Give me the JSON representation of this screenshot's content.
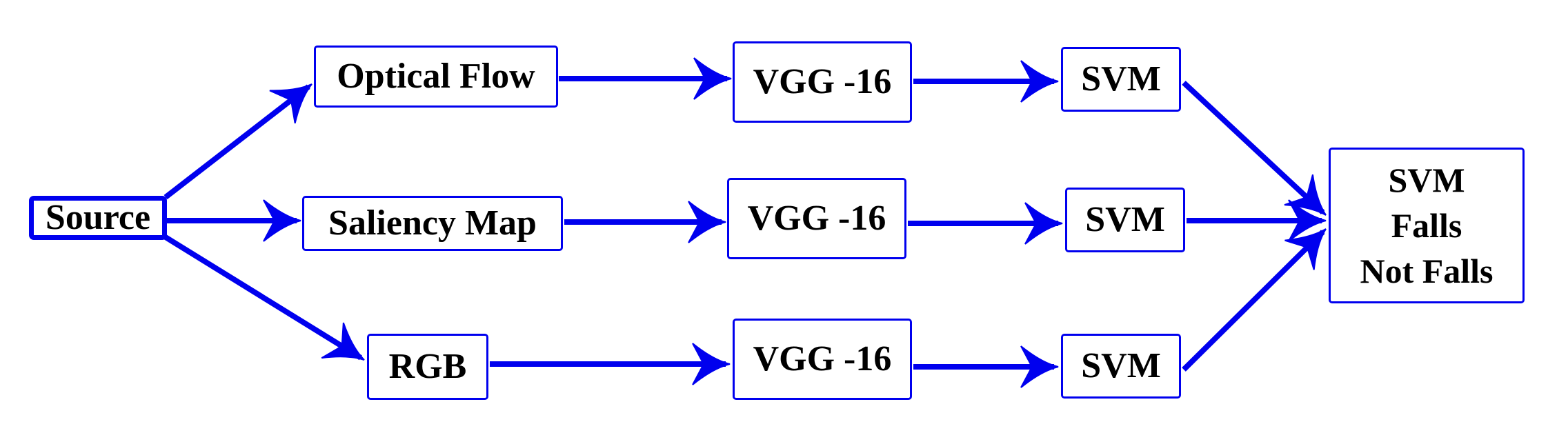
{
  "diagram": {
    "accent_color": "#0000ee",
    "source": "Source",
    "branches": [
      {
        "input": "Optical Flow",
        "cnn": "VGG -16",
        "classifier": "SVM"
      },
      {
        "input": "Saliency Map",
        "cnn": "VGG -16",
        "classifier": "SVM"
      },
      {
        "input": "RGB",
        "cnn": "VGG -16",
        "classifier": "SVM"
      }
    ],
    "output": {
      "line1": "SVM",
      "line2": "Falls",
      "line3": "Not Falls"
    }
  }
}
